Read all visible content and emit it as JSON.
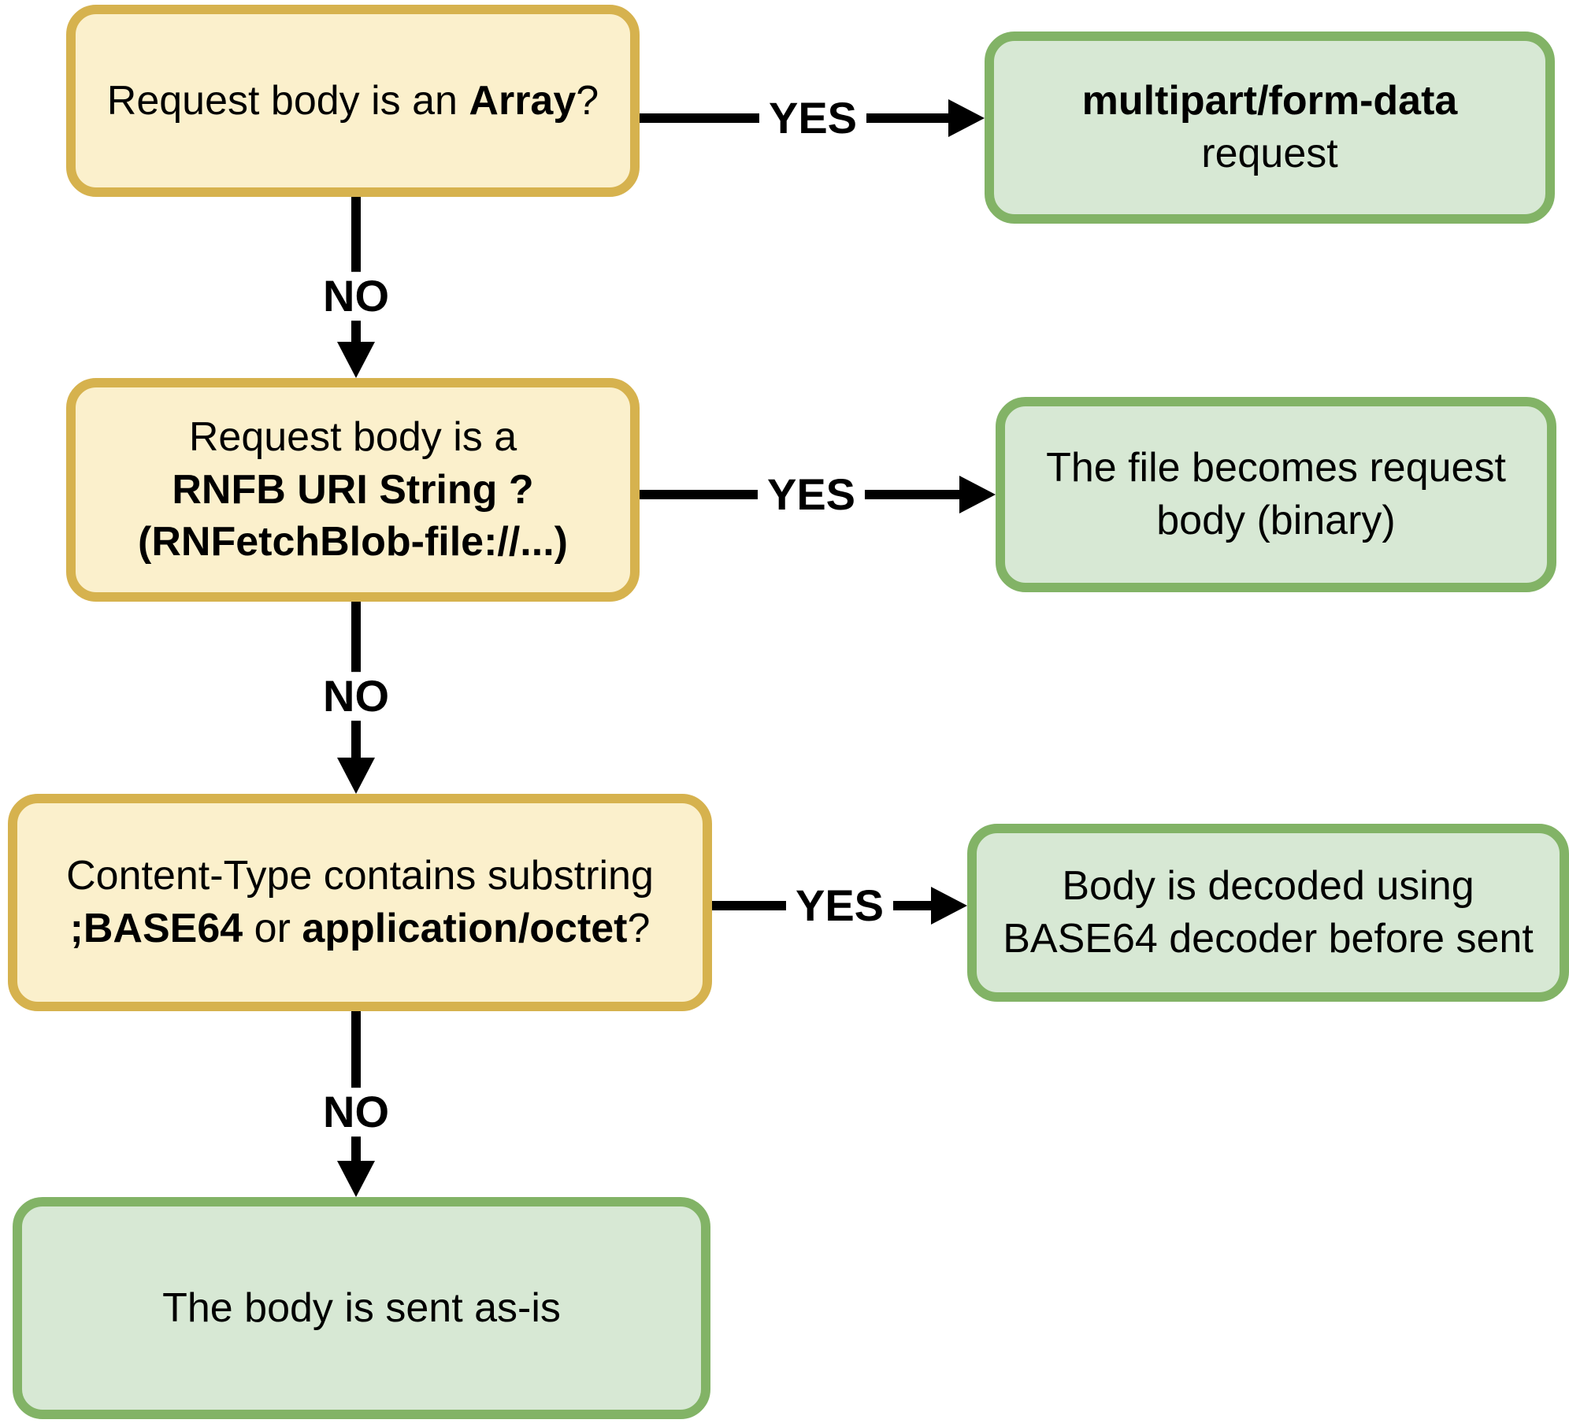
{
  "diagram": {
    "type": "flowchart",
    "colors": {
      "decision_fill": "#FBF0CC",
      "decision_border": "#D6B24E",
      "outcome_fill": "#D7E8D4",
      "outcome_border": "#82B366",
      "arrow": "#000000",
      "text": "#000000",
      "background": "#FFFFFF"
    },
    "nodes": {
      "q_array": {
        "role": "decision",
        "segments": [
          {
            "text": "Request body is an ",
            "bold": false
          },
          {
            "text": "Array",
            "bold": true
          },
          {
            "text": "?",
            "bold": false
          }
        ]
      },
      "r_multipart": {
        "role": "outcome",
        "lines": [
          {
            "text": "multipart/form-data",
            "bold": true
          },
          {
            "text": "request",
            "bold": false
          }
        ]
      },
      "q_rnfb": {
        "role": "decision",
        "lines": [
          {
            "text": "Request body is a",
            "bold": false
          },
          {
            "text": "RNFB URI String ?",
            "bold": true
          },
          {
            "text": "(RNFetchBlob-file://...)",
            "bold": true
          }
        ]
      },
      "r_file_binary": {
        "role": "outcome",
        "text": "The file becomes request body (binary)"
      },
      "q_content_type": {
        "role": "decision",
        "line1": "Content-Type contains substring",
        "line2_segments": [
          {
            "text": ";BASE64",
            "bold": true
          },
          {
            "text": " or ",
            "bold": false
          },
          {
            "text": "application/octet",
            "bold": true
          },
          {
            "text": "?",
            "bold": false
          }
        ]
      },
      "r_base64_decode": {
        "role": "outcome",
        "text": "Body is decoded using BASE64 decoder before sent"
      },
      "r_send_as_is": {
        "role": "outcome",
        "text": "The body is sent as-is"
      }
    },
    "edge_labels": {
      "yes": "YES",
      "no": "NO"
    }
  }
}
